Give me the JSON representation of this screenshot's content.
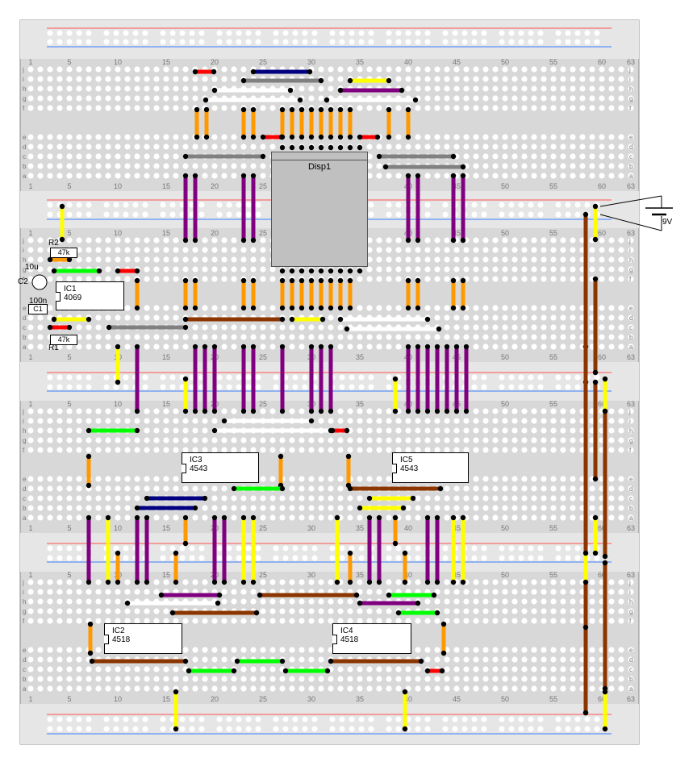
{
  "display": {
    "ref": "Disp1"
  },
  "ics": [
    {
      "ref": "IC1",
      "part": "4069"
    },
    {
      "ref": "IC3",
      "part": "4543"
    },
    {
      "ref": "IC5",
      "part": "4543"
    },
    {
      "ref": "IC2",
      "part": "4518"
    },
    {
      "ref": "IC4",
      "part": "4518"
    }
  ],
  "components": {
    "r2": {
      "ref": "R2",
      "value": "47k"
    },
    "r1": {
      "ref": "R1",
      "value": "47k"
    },
    "c2": {
      "ref": "C2",
      "value": "10u"
    },
    "c1": {
      "ref": "C1",
      "value": "100n"
    }
  },
  "battery": {
    "label": "9V"
  },
  "column_numbers": [
    "1",
    "5",
    "10",
    "15",
    "20",
    "25",
    "30",
    "35",
    "40",
    "45",
    "50",
    "55",
    "60",
    "63"
  ],
  "row_letters_top": [
    "j",
    "i",
    "h",
    "g",
    "f"
  ],
  "row_letters_bottom": [
    "e",
    "d",
    "c",
    "b",
    "a"
  ],
  "colors": {
    "board": "#d8d8d8",
    "hole": "#ffffff",
    "rail_red": "#ff5050",
    "rail_blue": "#3a7fff",
    "wire_purple": "#800080",
    "wire_orange": "#ff9900",
    "wire_yellow": "#ffff00",
    "wire_brown": "#8b3500",
    "wire_green": "#00ff00",
    "wire_blue": "#000080",
    "wire_gray": "#808080",
    "wire_red": "#ff0000",
    "wire_white": "#ffffff"
  }
}
